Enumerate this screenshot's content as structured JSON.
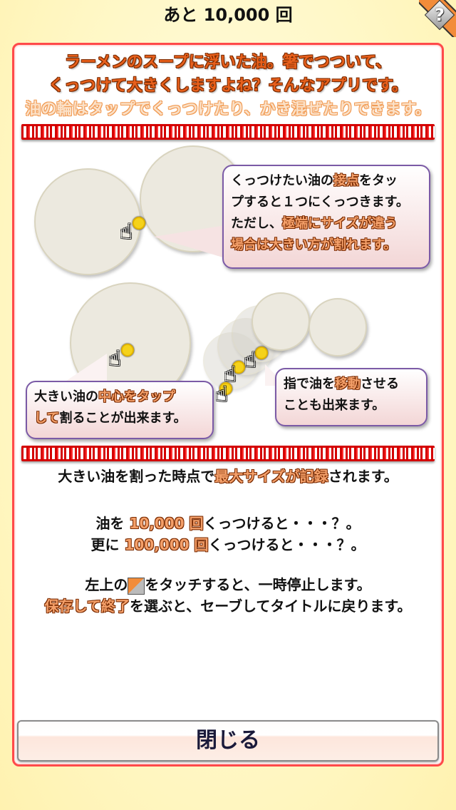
{
  "header": {
    "title": "あと 10,000 回",
    "help_icon": "question-icon",
    "help_label": "?"
  },
  "intro": {
    "line1": "ラーメンのスープに浮いた油。箸でつついて、",
    "line2": "くっつけて大きくしますよね？そんなアプリです。",
    "line3": "油の輪はタップでくっつけたり、かき混ぜたりできます。"
  },
  "bubbles": {
    "merge": {
      "l1a": "くっつけたい油の",
      "l1b": "接点",
      "l1c": "をタッ",
      "l2": "プすると１つにくっつきます。",
      "l3a": "ただし、",
      "l3b": "極端にサイズが違う",
      "l4": "場合は大きい方が割れます。"
    },
    "split": {
      "l1a": "大きい油の",
      "l1b": "中心をタップ",
      "l2a": "して",
      "l2b": "割ることが出来ます。"
    },
    "move": {
      "l1a": "指で油を",
      "l1b": "移動",
      "l1c": "させる",
      "l2": "ことも出来ます。"
    }
  },
  "record": {
    "a": "大きい油を割った時点で",
    "b": "最大サイズが記録",
    "c": "されます。"
  },
  "goals": {
    "r1a": "油を ",
    "r1b": "10,000 回",
    "r1c": "くっつけると・・・？。",
    "r2a": "更に ",
    "r2b": "100,000 回",
    "r2c": "くっつけると・・・？。"
  },
  "pause": {
    "r1a": "左上の",
    "r1icon": "pause-menu-icon",
    "r1b": "をタッチすると、一時停止します。",
    "r2a": "保存して終了",
    "r2b": "を選ぶと、セーブしてタイトルに戻ります。"
  },
  "footer": {
    "close_label": "閉じる"
  },
  "colors": {
    "panel_border": "#ff4a4a",
    "highlight": "#f4a06a",
    "meander": "#d40000",
    "background": "#fff8c8"
  }
}
